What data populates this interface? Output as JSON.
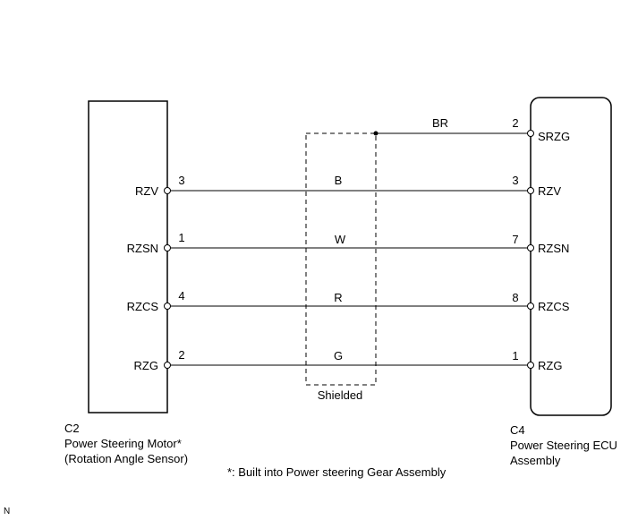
{
  "left_component": {
    "connector": "C2",
    "name_line1": "Power Steering Motor*",
    "name_line2": "(Rotation Angle Sensor)",
    "pins": [
      {
        "name": "RZV",
        "number": "3"
      },
      {
        "name": "RZSN",
        "number": "1"
      },
      {
        "name": "RZCS",
        "number": "4"
      },
      {
        "name": "RZG",
        "number": "2"
      }
    ]
  },
  "right_component": {
    "connector": "C4",
    "name_line1": "Power Steering ECU",
    "name_line2": "Assembly",
    "pins": [
      {
        "name": "SRZG",
        "number": "2"
      },
      {
        "name": "RZV",
        "number": "3"
      },
      {
        "name": "RZSN",
        "number": "7"
      },
      {
        "name": "RZCS",
        "number": "8"
      },
      {
        "name": "RZG",
        "number": "1"
      }
    ]
  },
  "wires": [
    {
      "color": "BR"
    },
    {
      "color": "B"
    },
    {
      "color": "W"
    },
    {
      "color": "R"
    },
    {
      "color": "G"
    }
  ],
  "shield_label": "Shielded",
  "footnote": "*: Built into Power steering Gear Assembly",
  "corner_mark": "N"
}
